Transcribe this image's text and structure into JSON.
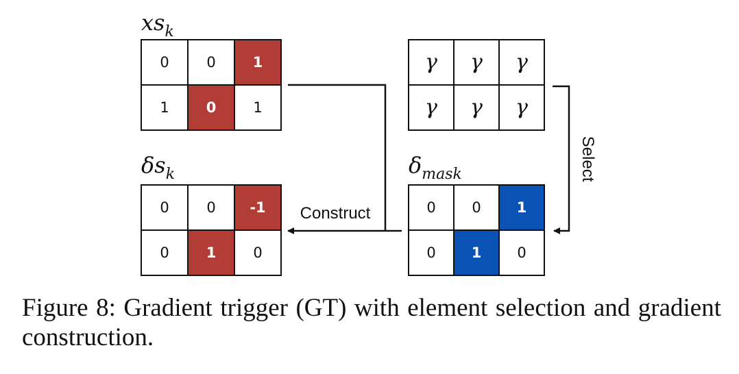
{
  "matrices": {
    "xs": {
      "label_base": "xs",
      "label_sub": "k",
      "cells": [
        [
          "0",
          "0",
          "1"
        ],
        [
          "1",
          "0",
          "1"
        ]
      ],
      "highlight": [
        [
          false,
          false,
          true
        ],
        [
          false,
          true,
          false
        ]
      ],
      "highlight_color": "#b23c36"
    },
    "gamma": {
      "cells": [
        [
          "γ",
          "γ",
          "γ"
        ],
        [
          "γ",
          "γ",
          "γ"
        ]
      ]
    },
    "delta_s": {
      "label_base": "δs",
      "label_sub": "k",
      "cells": [
        [
          "0",
          "0",
          "-1"
        ],
        [
          "0",
          "1",
          "0"
        ]
      ],
      "highlight": [
        [
          false,
          false,
          true
        ],
        [
          false,
          true,
          false
        ]
      ],
      "highlight_color": "#b23c36"
    },
    "delta_mask": {
      "label_base": "δ",
      "label_sub": "mask",
      "cells": [
        [
          "0",
          "0",
          "1"
        ],
        [
          "0",
          "1",
          "0"
        ]
      ],
      "highlight": [
        [
          false,
          false,
          true
        ],
        [
          false,
          true,
          false
        ]
      ],
      "highlight_color": "#0a52b4"
    }
  },
  "arrows": {
    "select_label": "Select",
    "construct_label": "Construct"
  },
  "caption": "Figure 8: Gradient trigger (GT) with element selection and gradient construction."
}
